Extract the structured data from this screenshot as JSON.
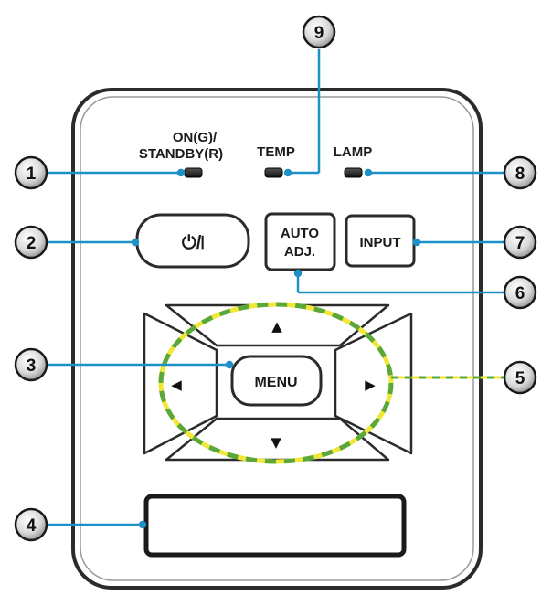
{
  "panel": {
    "indicator_labels": {
      "on_standby_line1": "ON(G)/",
      "on_standby_line2": "STANDBY(R)",
      "temp": "TEMP",
      "lamp": "LAMP"
    },
    "buttons": {
      "power": "⏻/❘",
      "auto_adj_line1": "AUTO",
      "auto_adj_line2": "ADJ.",
      "input": "INPUT",
      "menu": "MENU"
    },
    "arrows": {
      "up": "▲",
      "down": "▼",
      "left": "◀",
      "right": "▶"
    }
  },
  "callouts": [
    "1",
    "2",
    "3",
    "4",
    "5",
    "6",
    "7",
    "8",
    "9"
  ],
  "colors": {
    "callout_line": "#1e90c8",
    "panel_border": "#2b2b2b",
    "ring_yellow": "#f2e63a",
    "ring_green": "#5aa83a"
  }
}
